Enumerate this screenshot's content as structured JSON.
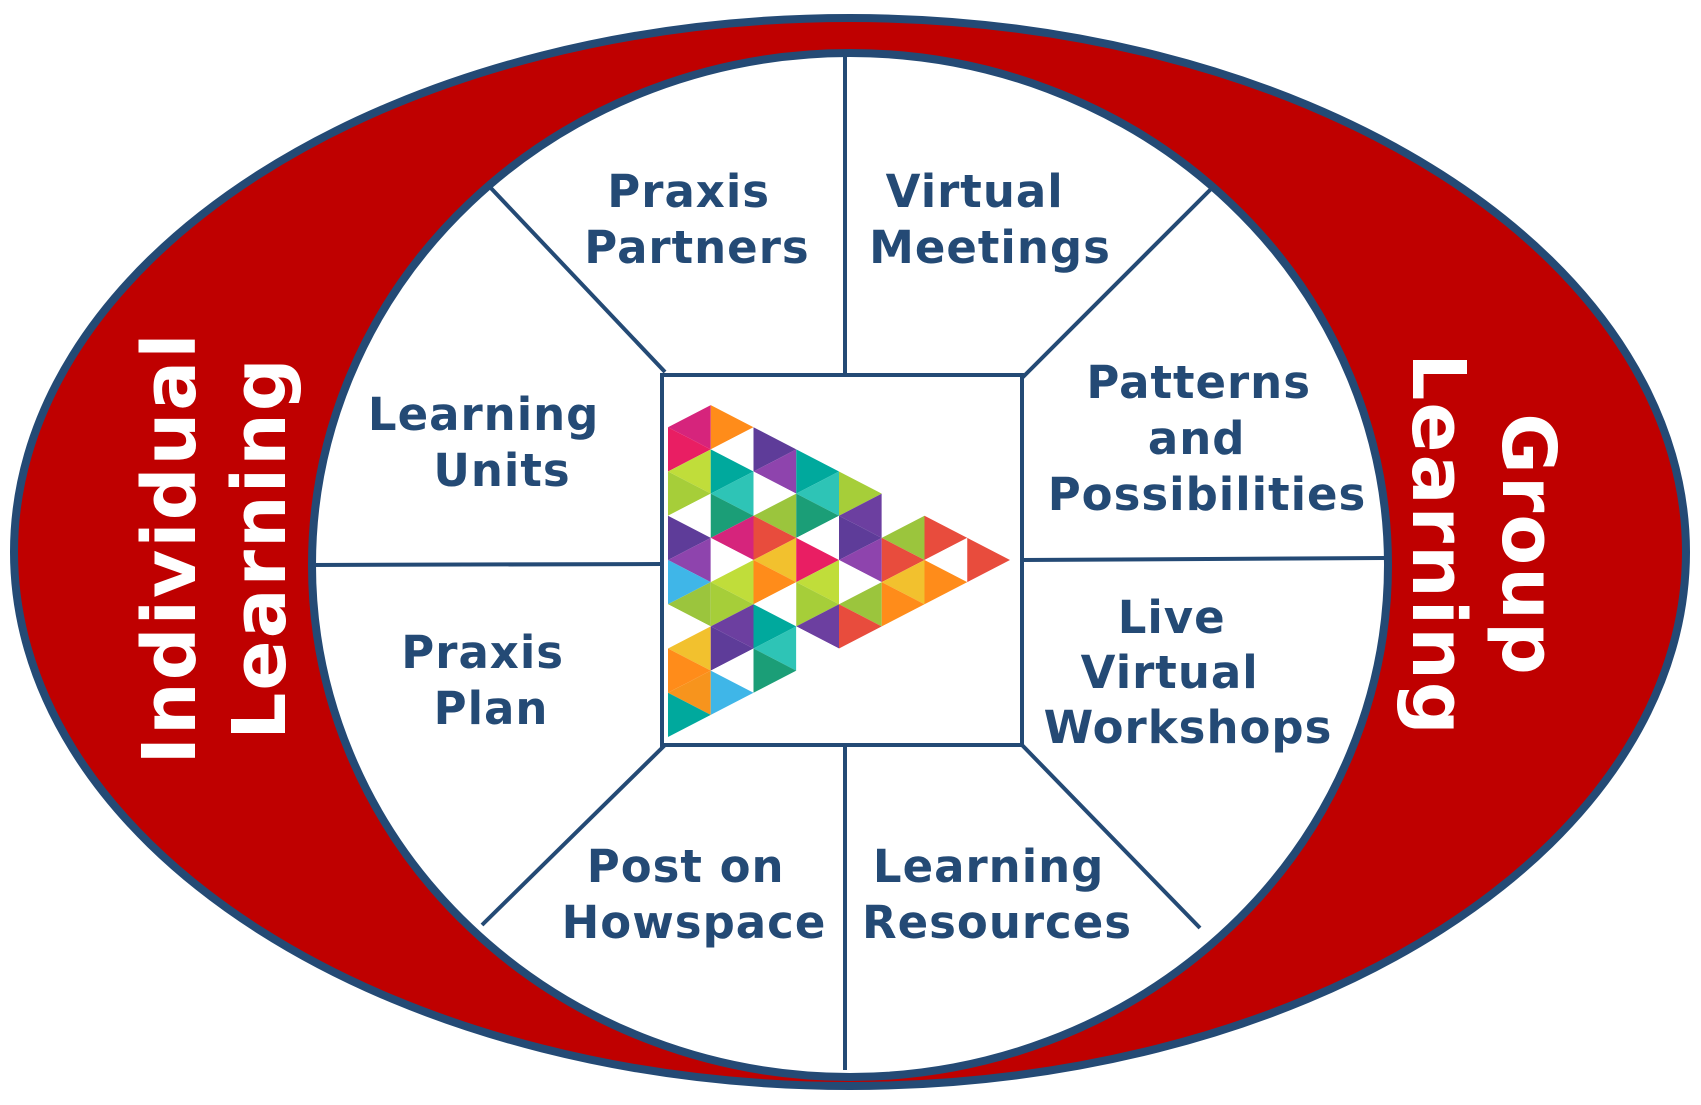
{
  "colors": {
    "ring": "#BF0000",
    "outline": "#244A75",
    "text": "#244A75",
    "ring_text": "#FFFFFF",
    "background": "#FFFFFF"
  },
  "ring_labels": {
    "left": [
      "Individual",
      "Learning"
    ],
    "right": [
      "Group",
      "Learning"
    ]
  },
  "segments": [
    {
      "id": "praxis-partners",
      "lines": [
        "Praxis",
        "Partners"
      ]
    },
    {
      "id": "virtual-meetings",
      "lines": [
        "Virtual",
        "Meetings"
      ]
    },
    {
      "id": "patterns-and-possibilities",
      "lines": [
        "Patterns",
        "and",
        "Possibilities"
      ]
    },
    {
      "id": "live-virtual-workshops",
      "lines": [
        "Live",
        "Virtual",
        "Workshops"
      ]
    },
    {
      "id": "learning-resources",
      "lines": [
        "Learning",
        "Resources"
      ]
    },
    {
      "id": "post-on-howspace",
      "lines": [
        "Post on",
        "Howspace"
      ]
    },
    {
      "id": "praxis-plan",
      "lines": [
        "Praxis",
        "Plan"
      ]
    },
    {
      "id": "learning-units",
      "lines": [
        "Learning",
        "Units"
      ]
    }
  ],
  "center_logo": {
    "icon": "triangle-mosaic-logo"
  }
}
